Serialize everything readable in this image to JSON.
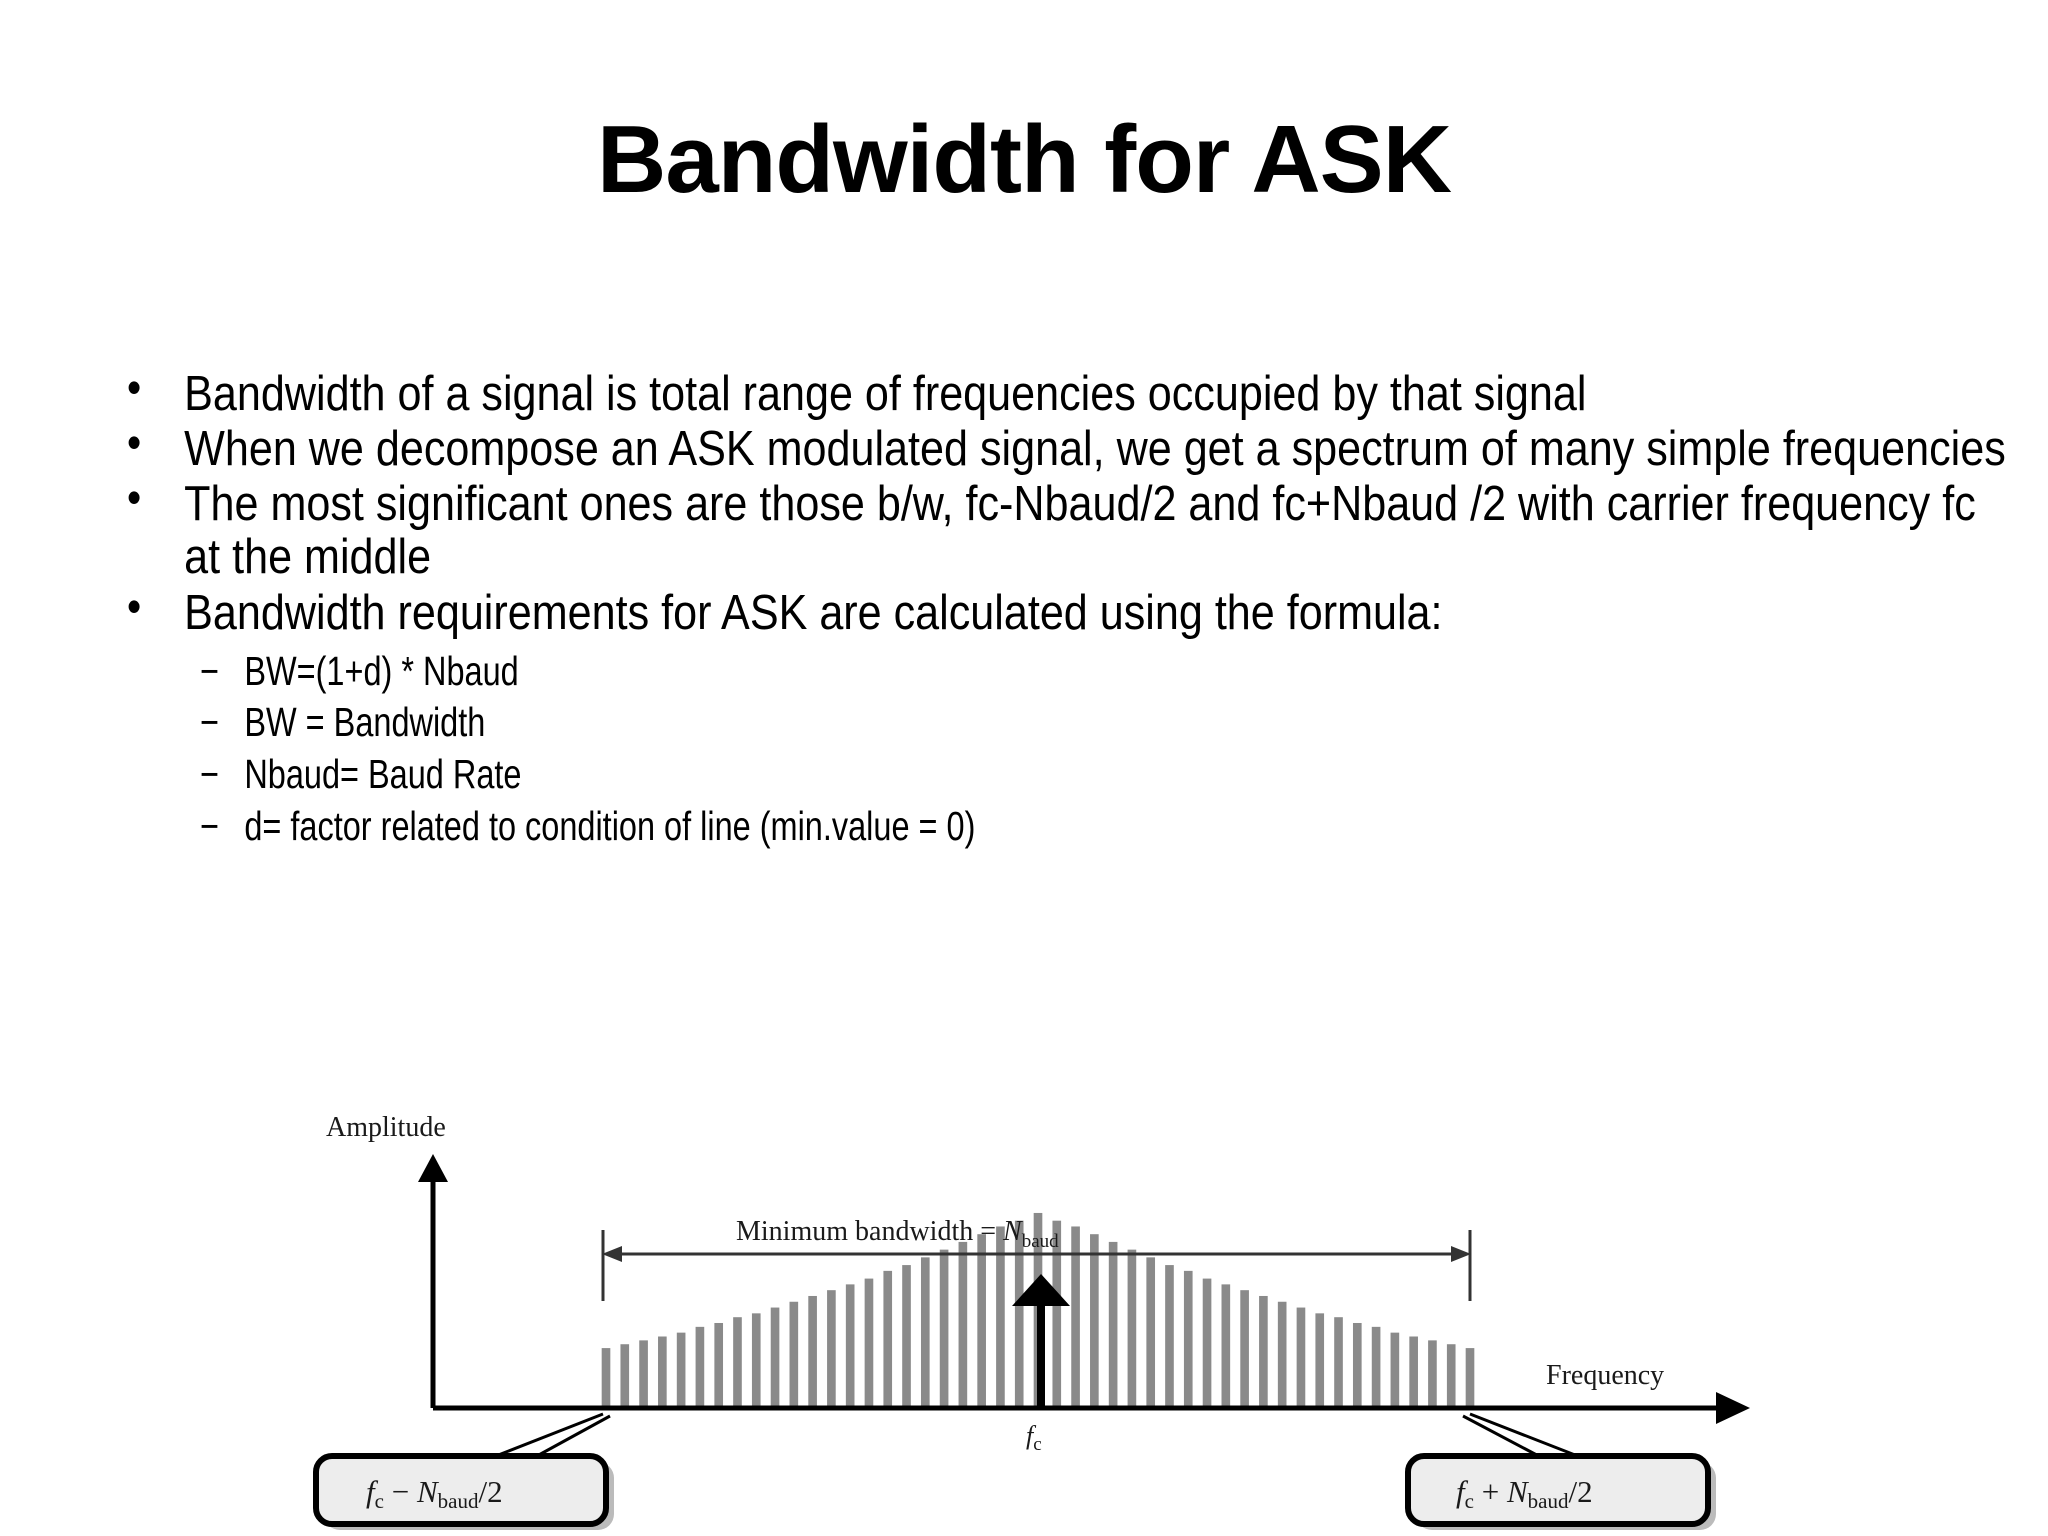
{
  "slide": {
    "title": "Bandwidth for ASK",
    "background_color": "#ffffff",
    "text_color": "#000000"
  },
  "bullets": [
    {
      "marker": "•",
      "text": "Bandwidth of a signal is total range of frequencies occupied by that signal"
    },
    {
      "marker": "•",
      "text": "When we decompose an ASK modulated signal, we get a spectrum of many simple frequencies"
    },
    {
      "marker": "•",
      "text": "The most significant ones are those b/w, fc-Nbaud/2 and fc+Nbaud /2 with carrier frequency fc at the middle"
    },
    {
      "marker": "•",
      "text": "Bandwidth requirements for ASK are calculated using the formula:"
    }
  ],
  "sub_bullets": [
    {
      "marker": "−",
      "text": "BW=(1+d) * Nbaud"
    },
    {
      "marker": "−",
      "text": "BW = Bandwidth"
    },
    {
      "marker": "−",
      "text": "Nbaud= Baud Rate"
    },
    {
      "marker": "−",
      "text": "d= factor related to condition of line (min.value = 0)"
    }
  ],
  "figure": {
    "y_axis_label": "Amplitude",
    "x_axis_label": "Frequency",
    "bandwidth_label_prefix": "Minimum bandwidth = ",
    "bandwidth_label_symbol": "N",
    "bandwidth_label_subscript": "baud",
    "center_label_symbol": "f",
    "center_label_subscript": "c",
    "left_callout": {
      "symbol": "f",
      "subscript": "c",
      "operator": "−",
      "term_symbol": "N",
      "term_subscript": "baud",
      "suffix": "/2"
    },
    "right_callout": {
      "symbol": "f",
      "subscript": "c",
      "operator": "+",
      "term_symbol": "N",
      "term_subscript": "baud",
      "suffix": "/2"
    },
    "callout_fill": "#ededed",
    "callout_stroke": "#000000",
    "spectrum_bar_color": "#8a8a8a"
  },
  "chart_data": {
    "type": "bar",
    "title": "Minimum bandwidth = Nbaud",
    "xlabel": "Frequency",
    "ylabel": "Amplitude",
    "grid": false,
    "legend": "none",
    "annotations": [
      "fc",
      "fc − Nbaud/2",
      "fc + Nbaud/2",
      "Minimum bandwidth = Nbaud"
    ],
    "categories": [
      "fc-Nbaud/2",
      "",
      "",
      "",
      "",
      "",
      "",
      "",
      "",
      "",
      "",
      "",
      "",
      "",
      "",
      "",
      "",
      "",
      "",
      "",
      "",
      "",
      "",
      "fc",
      "",
      "",
      "",
      "",
      "",
      "",
      "",
      "",
      "",
      "",
      "",
      "",
      "",
      "",
      "",
      "",
      "",
      "",
      "",
      "",
      "",
      "",
      "fc+Nbaud/2"
    ],
    "values": [
      30,
      32,
      34,
      36,
      38,
      41,
      43,
      46,
      48,
      51,
      54,
      57,
      60,
      63,
      66,
      70,
      73,
      77,
      81,
      85,
      89,
      93,
      96,
      100,
      96,
      93,
      89,
      85,
      81,
      77,
      73,
      70,
      66,
      63,
      60,
      57,
      54,
      51,
      48,
      46,
      43,
      41,
      38,
      36,
      34,
      32,
      30
    ],
    "ylim": [
      0,
      115
    ],
    "carrier_marker_value": 100
  }
}
